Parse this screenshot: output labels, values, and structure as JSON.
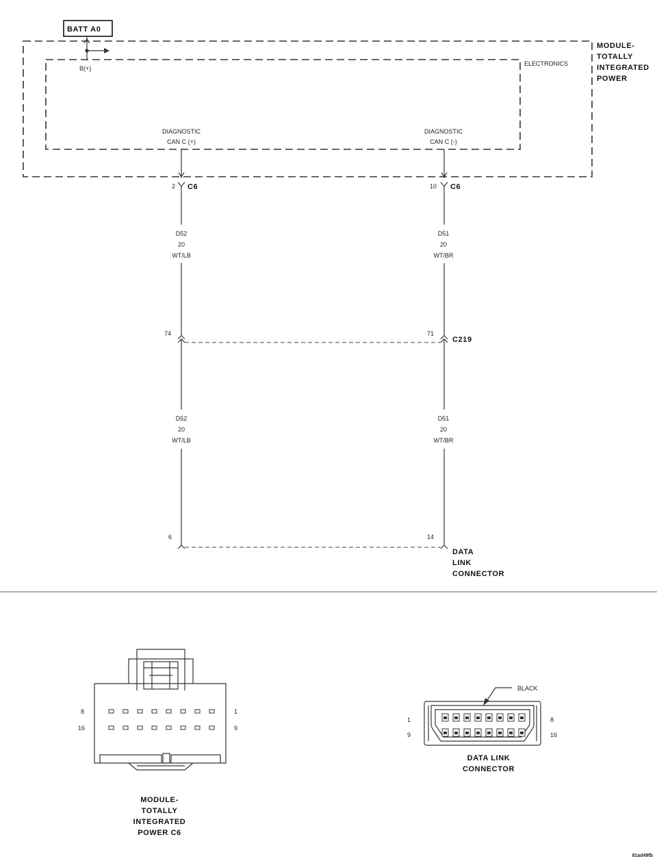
{
  "batt": "BATT A0",
  "bplus": "B(+)",
  "electronics": "ELECTRONICS",
  "module_label": [
    "MODULE-",
    "TOTALLY",
    "INTEGRATED",
    "POWER"
  ],
  "diag_left": [
    "DIAGNOSTIC",
    "CAN C (+)"
  ],
  "diag_right": [
    "DIAGNOSTIC",
    "CAN C (-)"
  ],
  "left_wire": {
    "c6_pin": "2",
    "c6_name": "C6",
    "upper": [
      "D52",
      "20",
      "WT/LB"
    ],
    "c219_pin": "74",
    "lower": [
      "D52",
      "20",
      "WT/LB"
    ],
    "dlc_pin": "6"
  },
  "right_wire": {
    "c6_pin": "10",
    "c6_name": "C6",
    "upper": [
      "D51",
      "20",
      "WT/BR"
    ],
    "c219_pin": "71",
    "c219_name": "C219",
    "lower": [
      "D51",
      "20",
      "WT/BR"
    ],
    "dlc_pin": "14"
  },
  "dlc_label": [
    "DATA",
    "LINK",
    "CONNECTOR"
  ],
  "tipm_connector": {
    "pin_top_left": "8",
    "pin_top_right": "1",
    "pin_bottom_left": "16",
    "pin_bottom_right": "9",
    "caption": [
      "MODULE-",
      "TOTALLY",
      "INTEGRATED",
      "POWER C6"
    ]
  },
  "dlc_connector": {
    "color_label": "BLACK",
    "pin_top_left": "1",
    "pin_top_right": "8",
    "pin_bottom_left": "9",
    "pin_bottom_right": "16",
    "caption": [
      "DATA LINK",
      "CONNECTOR"
    ]
  },
  "figure_id": "81ad49fb"
}
